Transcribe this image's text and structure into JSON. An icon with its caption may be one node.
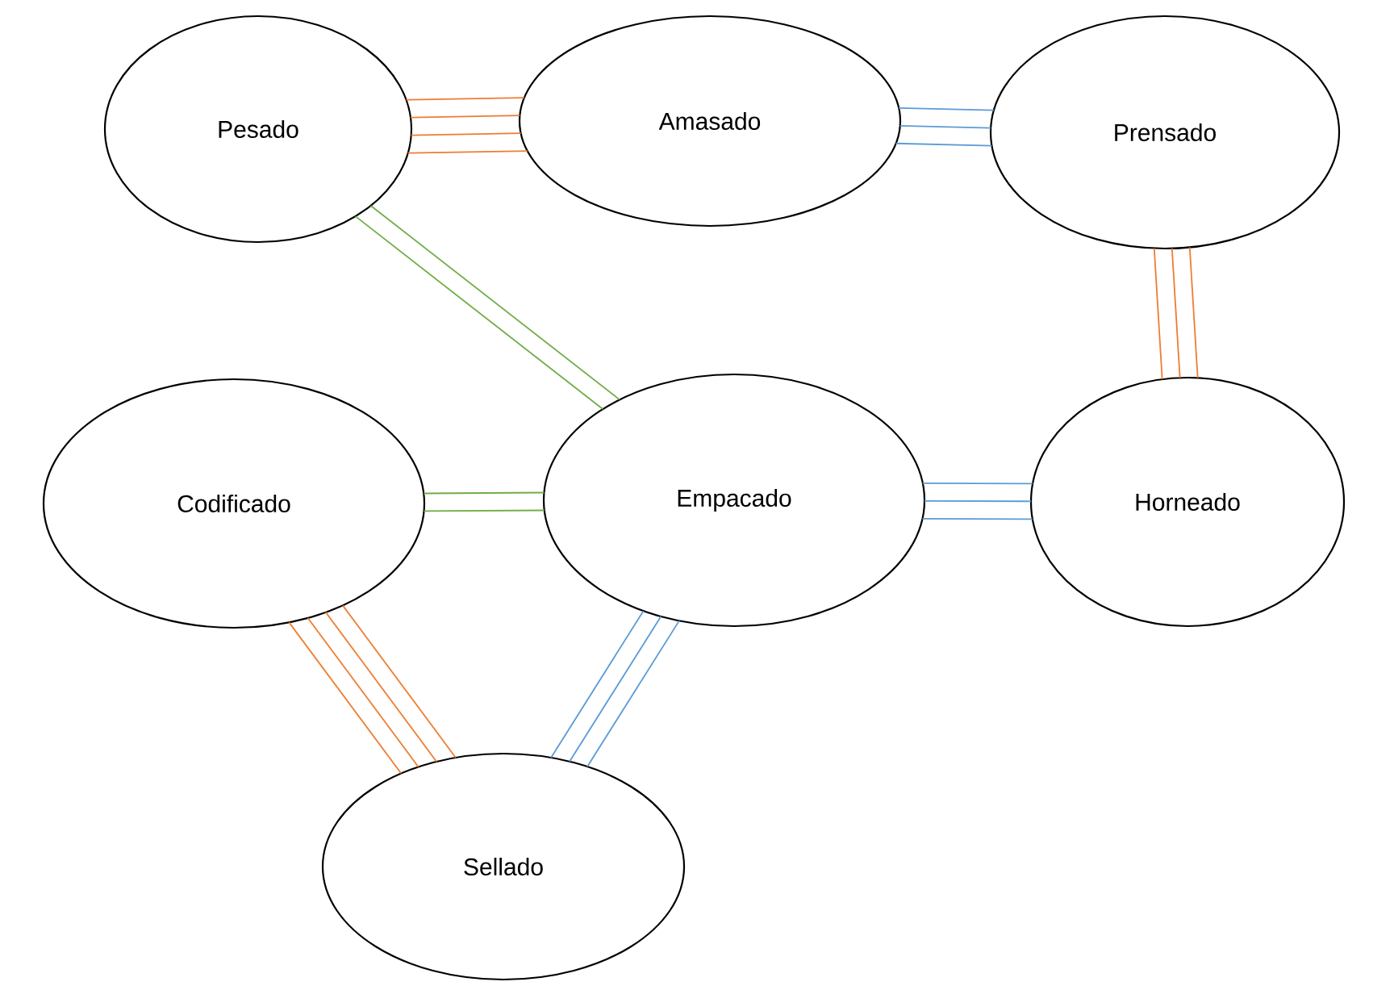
{
  "diagram": {
    "nodes": [
      {
        "text": [
          "Pesado"
        ]
      },
      {
        "text": [
          "Amasado"
        ]
      },
      {
        "text": [
          "Prensado"
        ]
      },
      {
        "text": [
          "Codificado"
        ]
      },
      {
        "text": [
          "Empacado"
        ]
      },
      {
        "text": [
          "Horneado"
        ]
      },
      {
        "text": [
          "Sellado"
        ]
      }
    ],
    "edges": [
      {
        "from": 0,
        "to": 1,
        "arrow": "none",
        "color": "#ed7d31"
      },
      {
        "from": 0,
        "to": 1,
        "arrow": "none",
        "color": "#ed7d31"
      },
      {
        "from": 0,
        "to": 1,
        "arrow": "none",
        "color": "#ed7d31"
      },
      {
        "from": 0,
        "to": 1,
        "arrow": "none",
        "color": "#ed7d31"
      },
      {
        "from": 1,
        "to": 2,
        "arrow": "none",
        "color": "#5b9bd5"
      },
      {
        "from": 1,
        "to": 2,
        "arrow": "none",
        "color": "#5b9bd5"
      },
      {
        "from": 1,
        "to": 2,
        "arrow": "none",
        "color": "#5b9bd5"
      },
      {
        "from": 0,
        "to": 4,
        "arrow": "none",
        "color": "#70ad47"
      },
      {
        "from": 0,
        "to": 4,
        "arrow": "none",
        "color": "#70ad47"
      },
      {
        "from": 2,
        "to": 5,
        "arrow": "none",
        "color": "#ed7d31"
      },
      {
        "from": 2,
        "to": 5,
        "arrow": "none",
        "color": "#ed7d31"
      },
      {
        "from": 2,
        "to": 5,
        "arrow": "none",
        "color": "#ed7d31"
      },
      {
        "from": 3,
        "to": 4,
        "arrow": "none",
        "color": "#70ad47"
      },
      {
        "from": 3,
        "to": 4,
        "arrow": "none",
        "color": "#70ad47"
      },
      {
        "from": 4,
        "to": 5,
        "arrow": "none",
        "color": "#5b9bd5"
      },
      {
        "from": 4,
        "to": 5,
        "arrow": "none",
        "color": "#5b9bd5"
      },
      {
        "from": 4,
        "to": 5,
        "arrow": "none",
        "color": "#5b9bd5"
      },
      {
        "from": 3,
        "to": 6,
        "arrow": "none",
        "color": "#ed7d31"
      },
      {
        "from": 3,
        "to": 6,
        "arrow": "none",
        "color": "#ed7d31"
      },
      {
        "from": 3,
        "to": 6,
        "arrow": "none",
        "color": "#ed7d31"
      },
      {
        "from": 3,
        "to": 6,
        "arrow": "none",
        "color": "#ed7d31"
      },
      {
        "from": 6,
        "to": 4,
        "arrow": "none",
        "color": "#5b9bd5"
      },
      {
        "from": 6,
        "to": 4,
        "arrow": "none",
        "color": "#5b9bd5"
      },
      {
        "from": 6,
        "to": 4,
        "arrow": "none",
        "color": "#5b9bd5"
      }
    ]
  }
}
